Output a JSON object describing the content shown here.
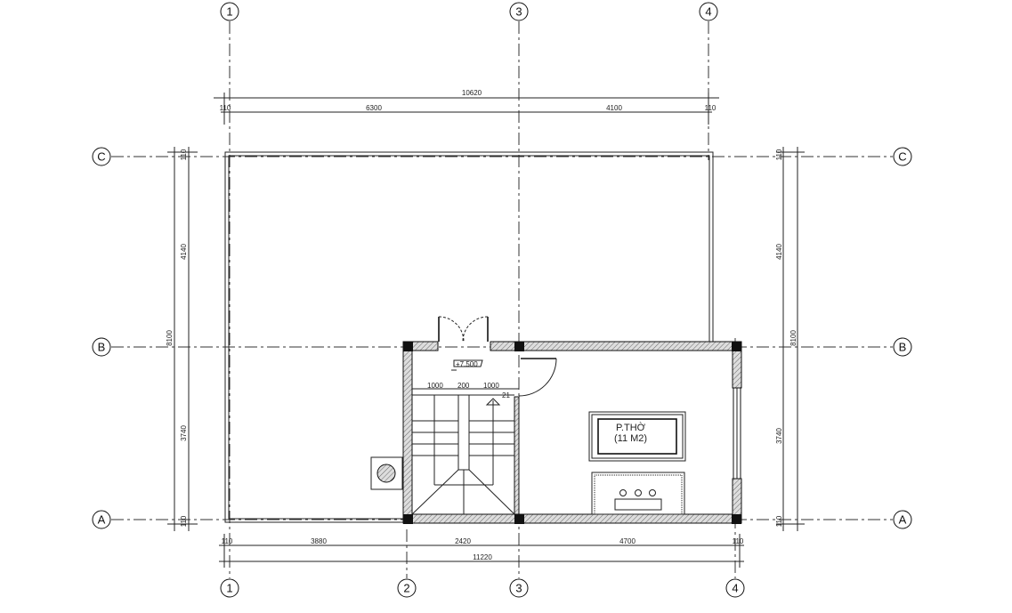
{
  "grid_axes": {
    "vertical": [
      "1",
      "2",
      "3",
      "4"
    ],
    "horizontal": [
      "A",
      "B",
      "C"
    ]
  },
  "dimensions": {
    "top_total": "10620",
    "top_segments": [
      "110",
      "6300",
      "4100",
      "110"
    ],
    "bottom_segments": [
      "110",
      "3880",
      "2420",
      "4700",
      "110"
    ],
    "bottom_total": "11220",
    "left_total": "8100",
    "left_segments": [
      "110",
      "4140",
      "3740",
      "110"
    ],
    "right_segments": [
      "110",
      "4140",
      "3740",
      "110"
    ],
    "right_total": "8100",
    "stair_widths": [
      "1000",
      "200",
      "1000"
    ]
  },
  "level_mark": "+7.500",
  "stair_step_count": "21",
  "room": {
    "name": "P.THỜ",
    "area": "(11 M2)"
  }
}
